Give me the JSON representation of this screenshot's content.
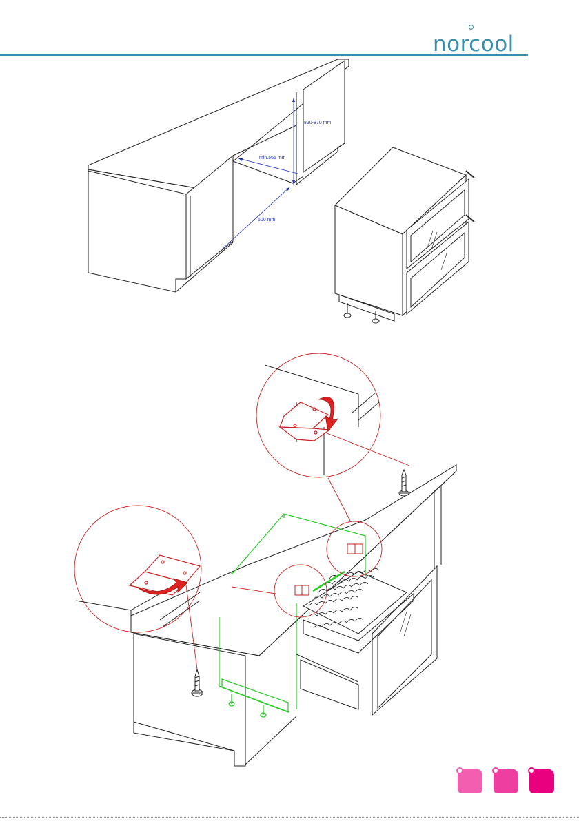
{
  "brand": {
    "logo_text": "norcool",
    "accent_color": "#3a8fb0"
  },
  "dimensions": {
    "height_label": "820-870 mm",
    "depth_label": "min.565 mm",
    "width_label": "600 mm"
  },
  "colors": {
    "outline": "#222222",
    "dimension": "#2233bb",
    "bracket": "#cc2222",
    "fridge_outline": "#22cc22",
    "corner_light": "#f25fb0",
    "corner_mid": "#ee3fa0",
    "corner_dark": "#e8007f"
  },
  "icons": {
    "corner_badges": [
      "corner-badge-light-icon",
      "corner-badge-mid-icon",
      "corner-badge-dark-icon"
    ]
  }
}
